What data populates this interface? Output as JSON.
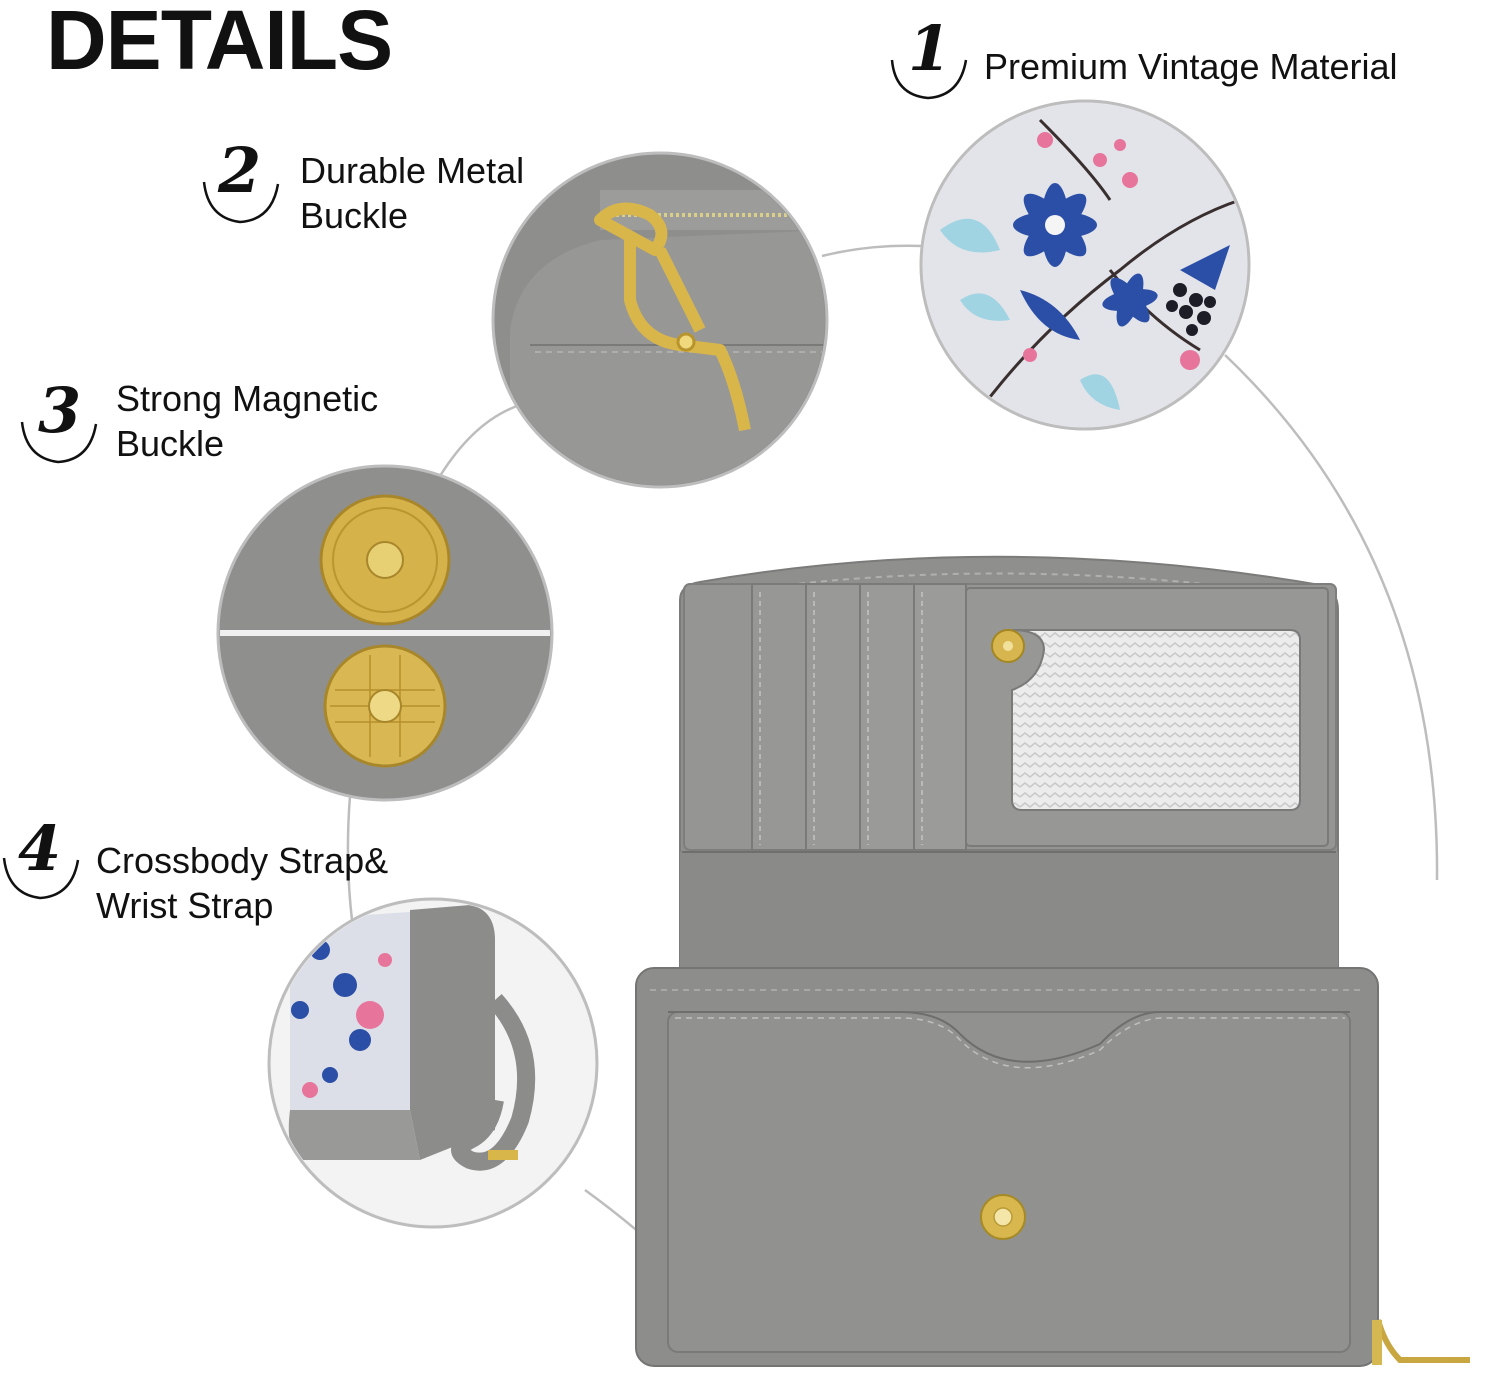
{
  "heading": "DETAILS",
  "features": [
    {
      "number": "1",
      "line1": "Premium Vintage Material",
      "line2": ""
    },
    {
      "number": "2",
      "line1": "Durable Metal",
      "line2": "Buckle"
    },
    {
      "number": "3",
      "line1": "Strong Magnetic",
      "line2": "Buckle"
    },
    {
      "number": "4",
      "line1": "Crossbody Strap&",
      "line2": "Wrist Strap"
    }
  ],
  "colors": {
    "leather": "#8f8f8e",
    "leather_dark": "#7b7b7a",
    "gold": "#d8b64a",
    "floral_blue": "#2b4fa6",
    "floral_pink": "#e7759b"
  },
  "icons": [
    "snap-hook-icon",
    "magnet-clasp-icon",
    "snap-button-icon",
    "floral-pattern-icon"
  ]
}
